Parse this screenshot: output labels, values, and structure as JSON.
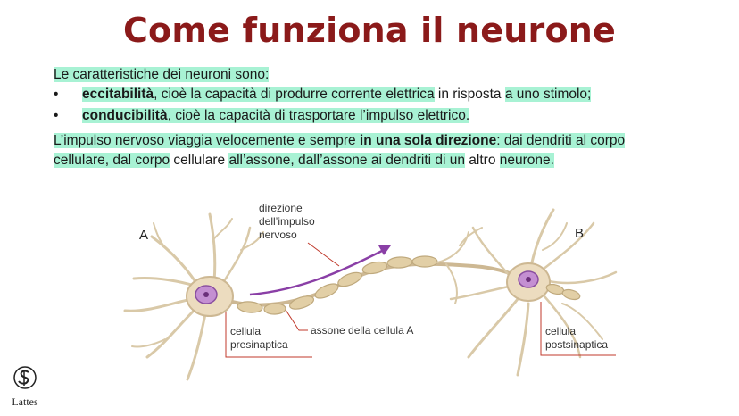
{
  "title": "Come funziona il neurone",
  "intro": "Le caratteristiche dei neuroni sono:",
  "bullet1": {
    "bold": "eccitabilità",
    "hl_rest": ", cioè la capacità di produrre corrente elettrica",
    "plain": " in risposta ",
    "hl_end": "a uno stimolo;"
  },
  "bullet2": {
    "bold": "conducibilità",
    "hl_rest": ", cioè la capacità di trasportare l’impulso elettrico."
  },
  "para": {
    "l1a": "L’impulso nervoso viaggia velocemente e sempre ",
    "l1b": "in una sola direzione",
    "l1c": ": dai dendriti al corpo",
    "l2a": "cellulare, dal corpo",
    "l2b": " cellulare ",
    "l2c": "all’assone, dall’assone ai dendriti di un",
    "l2d": " altro ",
    "l2e": "neurone."
  },
  "figure": {
    "label_a": "A",
    "label_b": "B",
    "direction_lines": [
      "direzione",
      "dell’impulso",
      "nervoso"
    ],
    "axon_label": "assone della cellula A",
    "pre_lines": [
      "cellula",
      "presinaptica"
    ],
    "post_lines": [
      "cellula",
      "postsinaptica"
    ]
  },
  "logo": {
    "name": "Lattes"
  },
  "colors": {
    "title": "#8b1a1a",
    "highlight": "#a8f2d4",
    "leader": "#c0392b",
    "arrow": "#8a3fa6"
  }
}
